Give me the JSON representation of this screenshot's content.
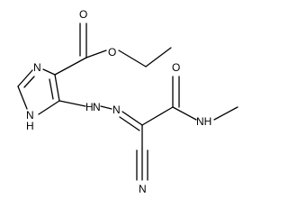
{
  "molecule": {
    "atoms": {
      "carbonyl_o_ester": "O",
      "ester_o": "O",
      "ring_n_top": "N",
      "ring_nh": "N",
      "ring_nh_h": "H",
      "hydrazone_nh": "H",
      "hydrazone_nh_n": "N",
      "hydrazone_n": "N",
      "amide_o": "O",
      "amide_nh": "NH",
      "nitrile_n": "N"
    }
  }
}
